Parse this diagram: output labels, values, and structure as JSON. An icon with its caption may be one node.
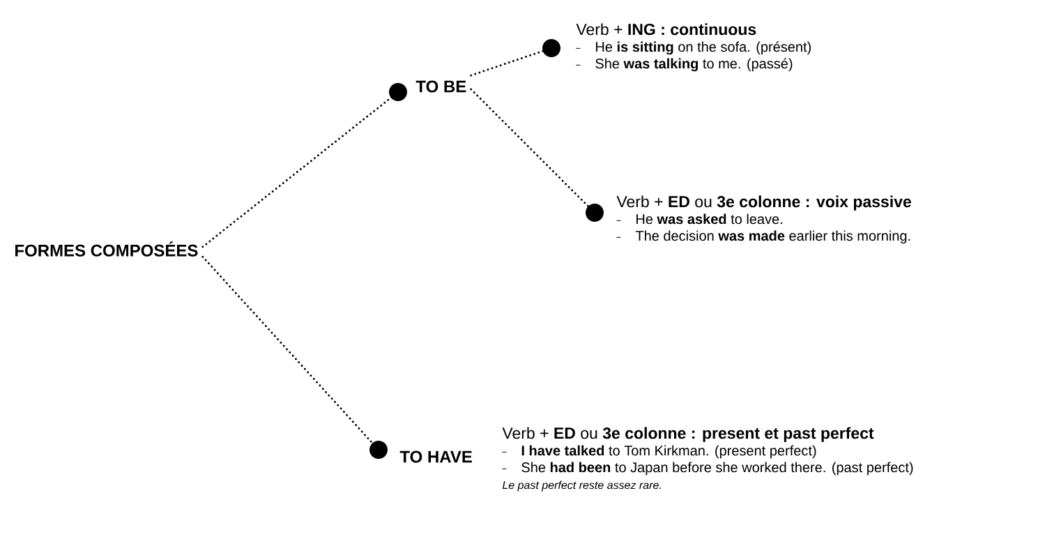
{
  "diagram": {
    "nodes": [
      {
        "text": [
          "FORMES COMPOSÉES"
        ]
      },
      {
        "text": [
          "TO BE"
        ]
      },
      {
        "text": [
          "Verb + **ING : continuous**",
          "He **is sitting** on the sofa. (présent)",
          "She **was talking** to me. (passé)"
        ]
      },
      {
        "text": [
          "Verb + **ED** ou **3e colonne : voix passive**",
          "He **was asked** to leave.",
          "The decision **was made** earlier this morning."
        ]
      },
      {
        "text": [
          "TO HAVE"
        ]
      },
      {
        "text": [
          "Verb + **ED** ou **3e colonne : present et past perfect**",
          "**I have talked** to Tom Kirkman. (present perfect)",
          "She **had been** to Japan before she worked there. (past perfect)",
          "Le past perfect reste assez rare."
        ]
      }
    ],
    "edges": [
      {
        "from": 0,
        "to": 1,
        "arrow": "other"
      },
      {
        "from": 1,
        "to": 2,
        "arrow": "other"
      },
      {
        "from": 1,
        "to": 3,
        "arrow": "other"
      },
      {
        "from": 0,
        "to": 4,
        "arrow": "other"
      }
    ]
  }
}
